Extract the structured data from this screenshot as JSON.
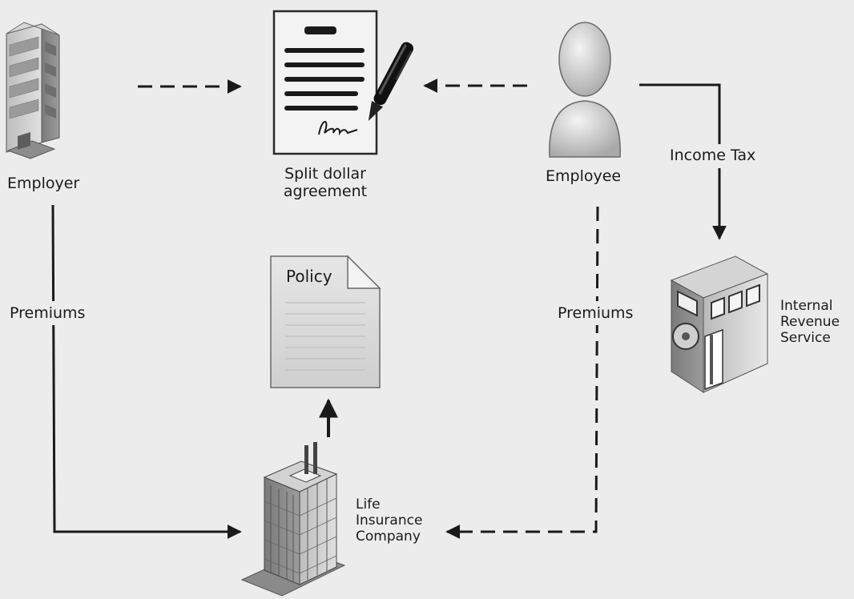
{
  "diagram": {
    "nodes": {
      "employer": {
        "label": "Employer",
        "icon": "office-building-icon"
      },
      "agreement": {
        "label_line1": "Split dollar",
        "label_line2": "agreement",
        "icon": "signed-document-icon"
      },
      "employee": {
        "label": "Employee",
        "icon": "person-icon"
      },
      "irs": {
        "label_line1": "Internal",
        "label_line2": "Revenue",
        "label_line3": "Service",
        "icon": "vault-building-icon"
      },
      "policy": {
        "label": "Policy",
        "icon": "policy-document-icon"
      },
      "insurer": {
        "label_line1": "Life",
        "label_line2": "Insurance",
        "label_line3": "Company",
        "icon": "skyscraper-icon"
      }
    },
    "edges": {
      "employer_premiums": {
        "label": "Premiums",
        "style": "solid"
      },
      "employee_premiums": {
        "label": "Premiums",
        "style": "dashed"
      },
      "income_tax": {
        "label": "Income Tax",
        "style": "solid"
      },
      "employer_to_agreement": {
        "style": "dashed"
      },
      "employee_to_agreement": {
        "style": "dashed"
      },
      "insurer_to_policy": {
        "style": "solid"
      }
    }
  }
}
